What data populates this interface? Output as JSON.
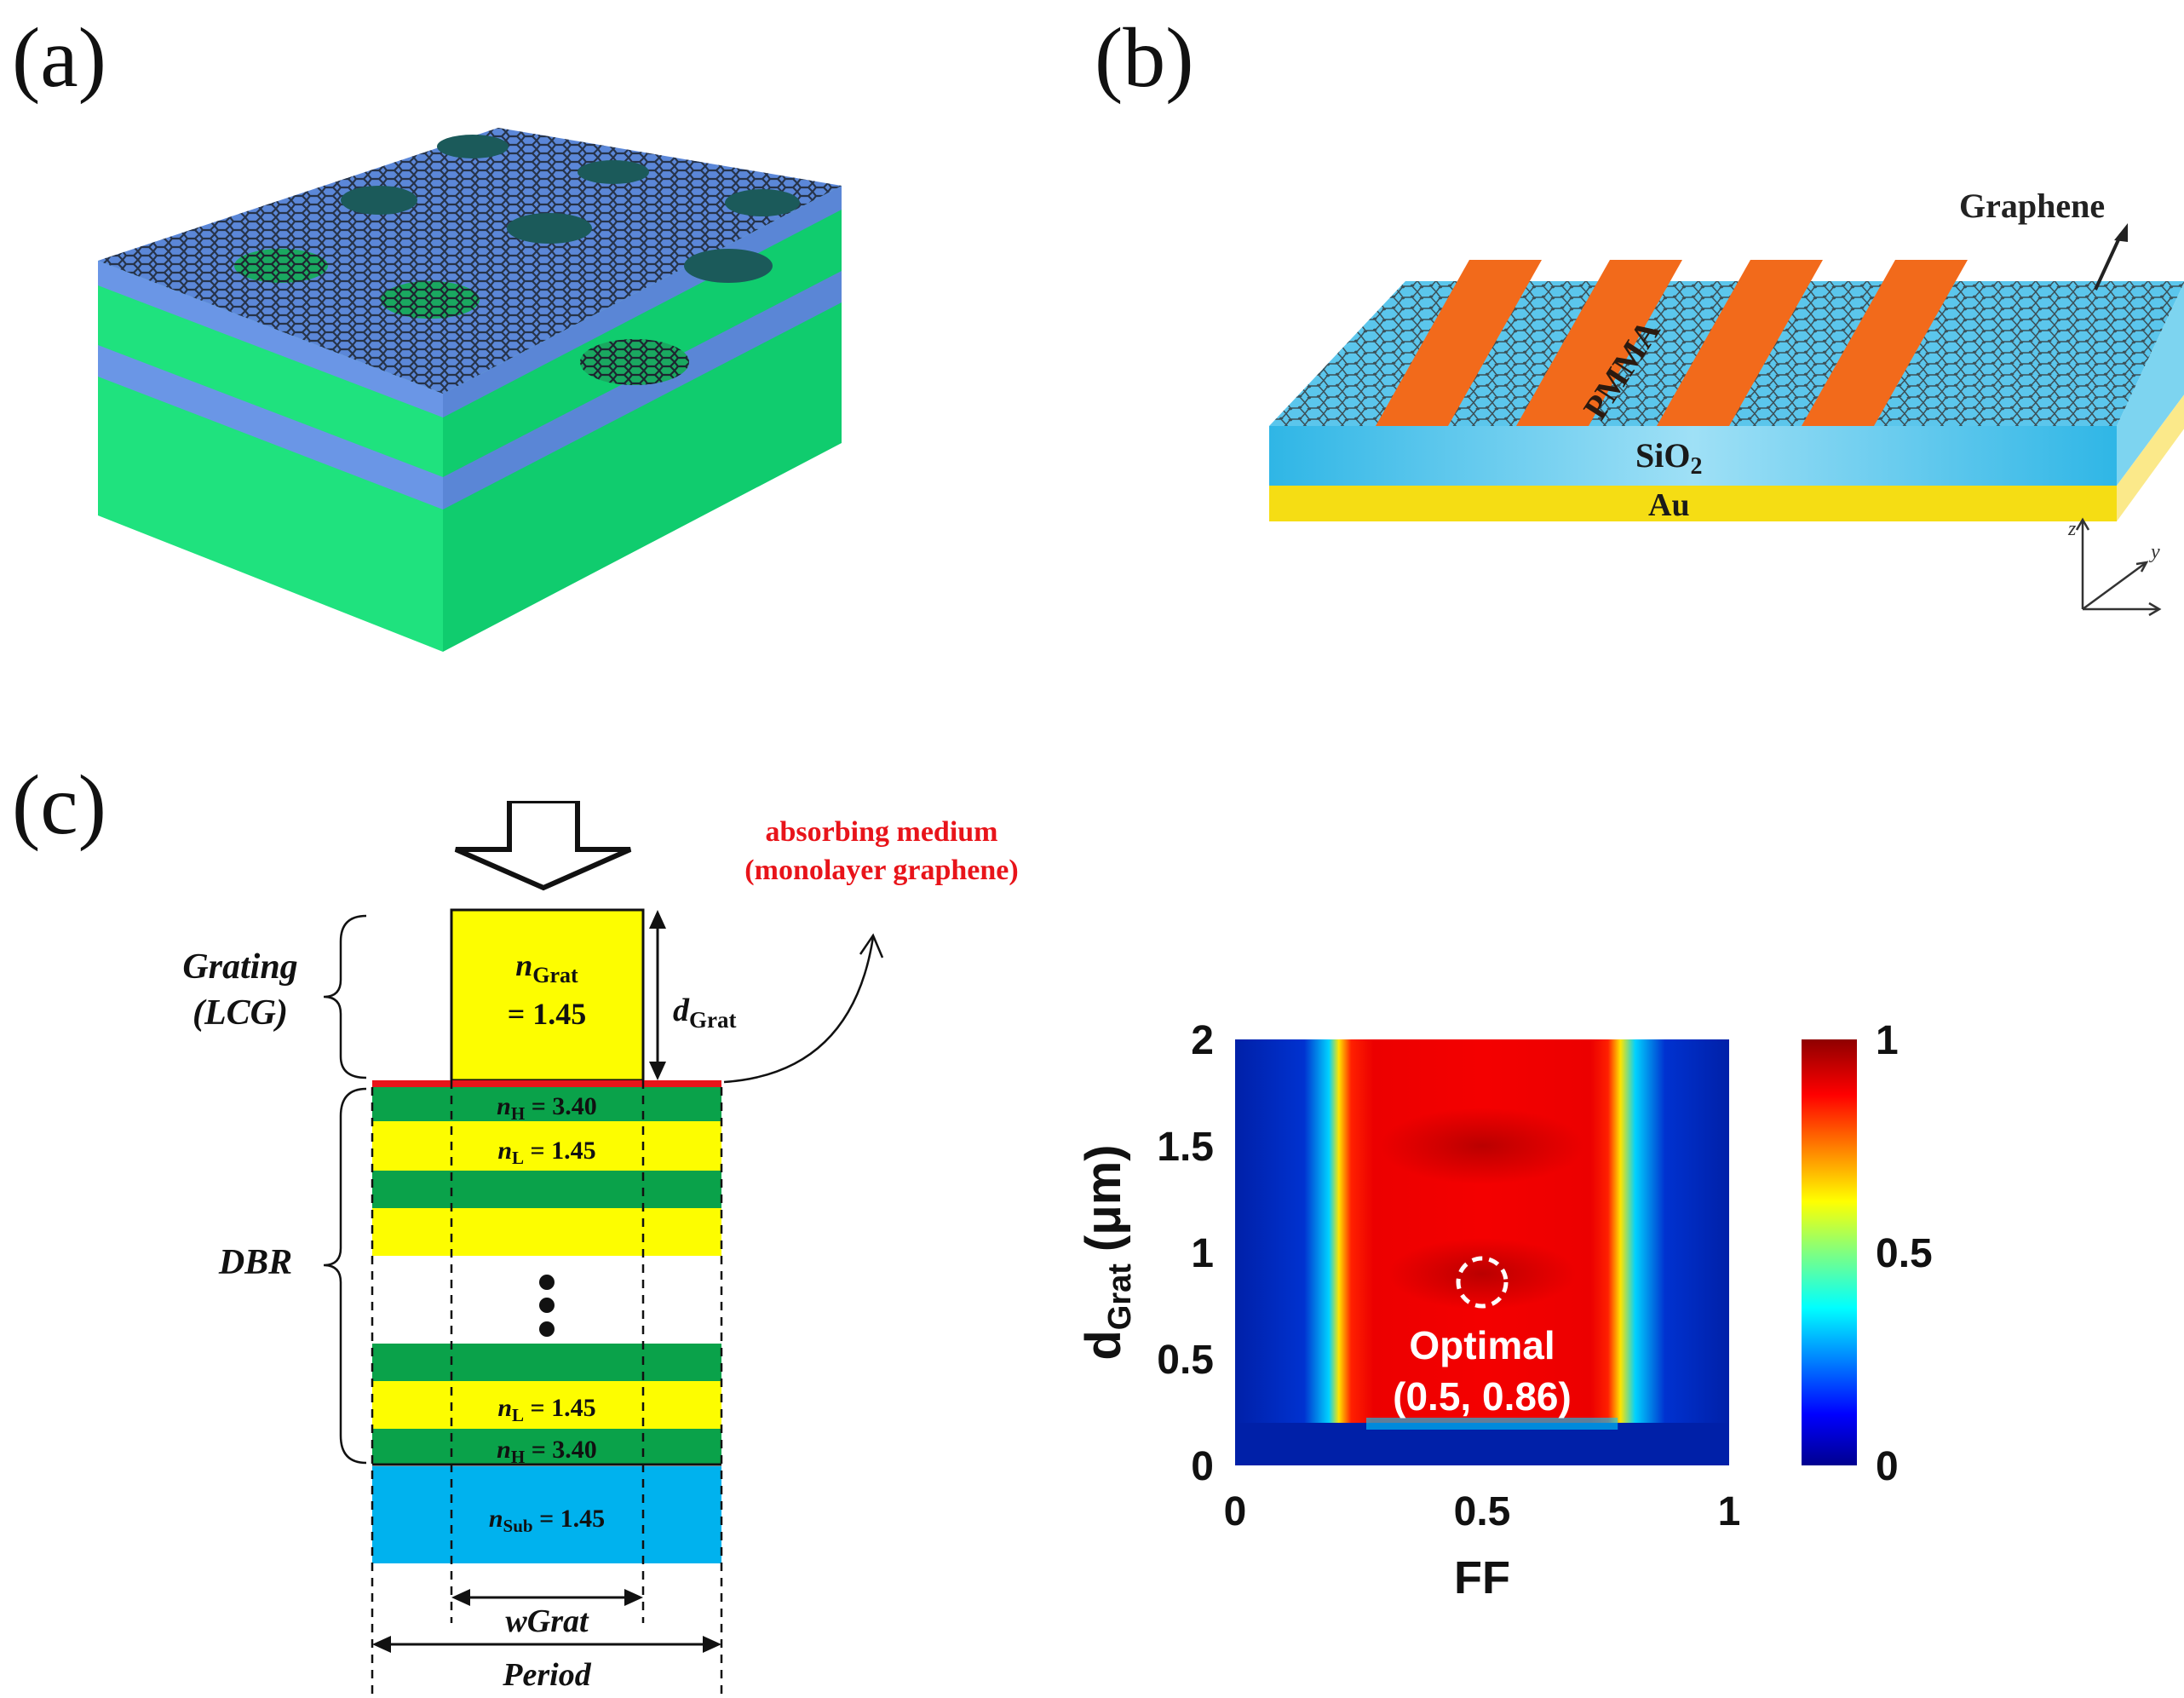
{
  "panels": {
    "a": {
      "label": "(a)"
    },
    "b": {
      "label": "(b)",
      "layers": {
        "graphene": "Graphene",
        "pmma": "PMMA",
        "sio2": "SiO",
        "sio2_sub": "2",
        "au": "Au"
      },
      "axes": {
        "z": "z",
        "y": "y"
      }
    },
    "c": {
      "label": "(c)",
      "absorbing": {
        "line1": "absorbing medium",
        "line2": "(monolayer graphene)"
      },
      "grating": {
        "name": "Grating",
        "abbr": "(LCG)",
        "n_sym": "n",
        "n_sub": "Grat",
        "n_val": "= 1.45",
        "d_sym": "d",
        "d_sub": "Grat"
      },
      "dbr": {
        "name": "DBR",
        "nH_top": {
          "sym": "n",
          "sub": "H",
          "val": " = 3.40"
        },
        "nL_top": {
          "sym": "n",
          "sub": "L",
          "val": " = 1.45"
        },
        "nL_bot": {
          "sym": "n",
          "sub": "L",
          "val": " = 1.45"
        },
        "nH_bot": {
          "sym": "n",
          "sub": "H",
          "val": " = 3.40"
        }
      },
      "substrate": {
        "sym": "n",
        "sub": "Sub",
        "val": " = 1.45"
      },
      "dims": {
        "wgrat": "wGrat",
        "period": "Period"
      }
    }
  },
  "chart_data": {
    "type": "heatmap",
    "xlabel": "FF",
    "ylabel_main": "d",
    "ylabel_sub": "Grat",
    "ylabel_unit": "(μm)",
    "xlim": [
      0,
      1
    ],
    "ylim": [
      0,
      2
    ],
    "xticks": [
      "0",
      "0.5",
      "1"
    ],
    "yticks": [
      "0",
      "0.5",
      "1",
      "1.5",
      "2"
    ],
    "colorbar": {
      "range": [
        0,
        1
      ],
      "ticks": [
        "0",
        "0.5",
        "1"
      ]
    },
    "high_region": {
      "ff_min": 0.3,
      "ff_max": 0.74,
      "d_min": 0.2,
      "d_max": 2
    },
    "annotation": {
      "line1": "Optimal",
      "line2": "(0.5, 0.86)",
      "ff": 0.5,
      "d": 0.86
    }
  },
  "colors": {
    "absorber": "#e8141a",
    "layer_high": "#0aa24a",
    "layer_low": "#fdfd00",
    "substrate": "#00b2ee",
    "pmma": "#f26a1b",
    "gold": "#f5dd14"
  }
}
